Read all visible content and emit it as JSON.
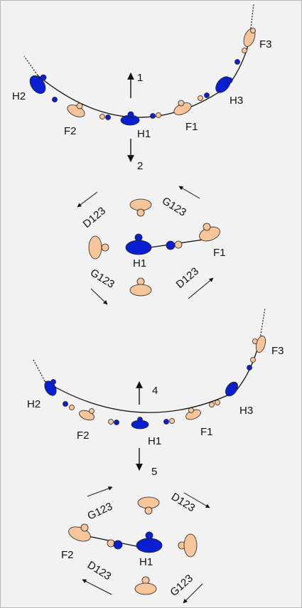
{
  "colors": {
    "background": "#f2f2f2",
    "border": "#b8b8b8",
    "hydrogen_blue": "#0a1fd1",
    "fragment_peach": "#f7c59a",
    "outline": "#222222"
  },
  "panel1": {
    "labels": {
      "h2": "H2",
      "f2": "F2",
      "h1": "H1",
      "f1": "F1",
      "h3": "H3",
      "f3": "F3"
    },
    "arrow_up_label": "1",
    "arrow_down_label": "2"
  },
  "panel2": {
    "labels": {
      "h1": "H1",
      "f1": "F1",
      "d123_top_left": "D123",
      "g123_top_right": "G123",
      "g123_bottom_left": "G123",
      "d123_bottom_right": "D123"
    }
  },
  "panel3": {
    "labels": {
      "h2": "H2",
      "f2": "F2",
      "h1": "H1",
      "f1": "F1",
      "h3": "H3",
      "f3": "F3"
    },
    "arrow_up_label": "4",
    "arrow_down_label": "5"
  },
  "panel4": {
    "labels": {
      "h1": "H1",
      "f2": "F2",
      "g123_top_left": "G123",
      "d123_top_right": "D123",
      "d123_bottom_left": "D123",
      "g123_bottom_right": "G123"
    }
  }
}
